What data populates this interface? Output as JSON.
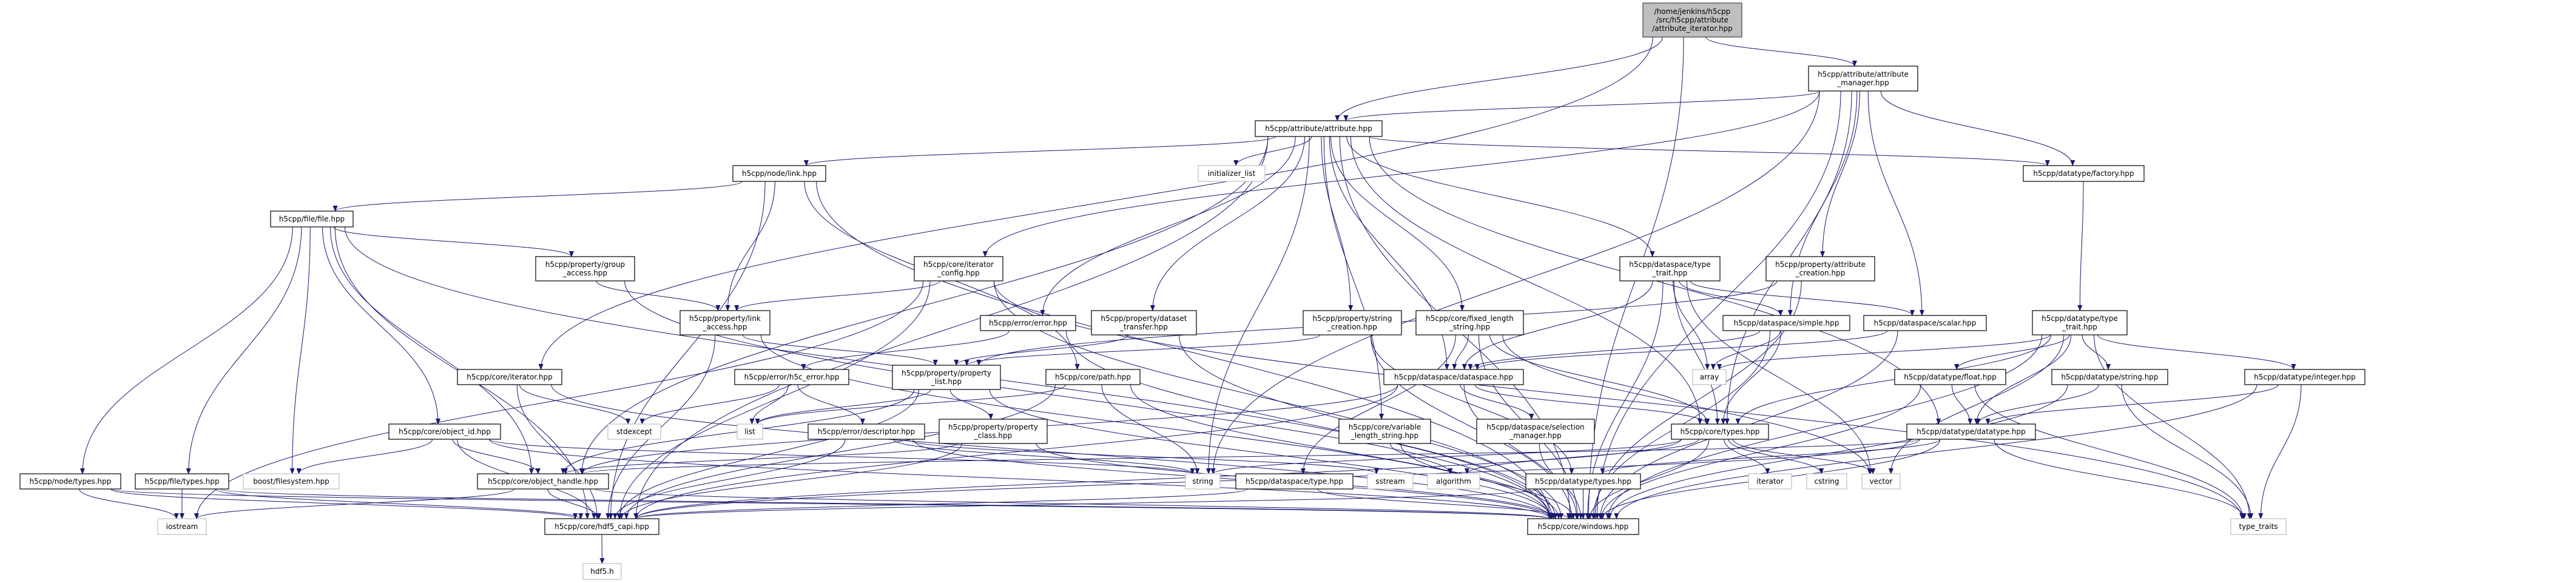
{
  "colors": {
    "edge": "#191970",
    "root_fill": "#bfbfbf",
    "node_fill": "#ffffff",
    "node_border": "#000000",
    "external_border": "#bfbfbf"
  },
  "graph": {
    "nodes": [
      {
        "id": "root",
        "lines": [
          "/home/jenkins/h5cpp",
          "/src/h5cpp/attribute",
          "/attribute_iterator.hpp"
        ],
        "root": true
      },
      {
        "id": "attr_mgr",
        "lines": [
          "h5cpp/attribute/attribute",
          "_manager.hpp"
        ]
      },
      {
        "id": "attribute",
        "lines": [
          "h5cpp/attribute/attribute.hpp"
        ]
      },
      {
        "id": "init_list",
        "lines": [
          "initializer_list"
        ],
        "external": true
      },
      {
        "id": "node_link",
        "lines": [
          "h5cpp/node/link.hpp"
        ]
      },
      {
        "id": "factory",
        "lines": [
          "h5cpp/datatype/factory.hpp"
        ]
      },
      {
        "id": "file",
        "lines": [
          "h5cpp/file/file.hpp"
        ]
      },
      {
        "id": "group_access",
        "lines": [
          "h5cpp/property/group",
          "_access.hpp"
        ]
      },
      {
        "id": "iter_config",
        "lines": [
          "h5cpp/core/iterator",
          "_config.hpp"
        ]
      },
      {
        "id": "ds_type_trait",
        "lines": [
          "h5cpp/dataspace/type",
          "_trait.hpp"
        ]
      },
      {
        "id": "attr_creation",
        "lines": [
          "h5cpp/property/attribute",
          "_creation.hpp"
        ]
      },
      {
        "id": "dt_type_trait",
        "lines": [
          "h5cpp/datatype/type",
          "_trait.hpp"
        ]
      },
      {
        "id": "link_access",
        "lines": [
          "h5cpp/property/link",
          "_access.hpp"
        ]
      },
      {
        "id": "error",
        "lines": [
          "h5cpp/error/error.hpp"
        ]
      },
      {
        "id": "dataset_transfer",
        "lines": [
          "h5cpp/property/dataset",
          "_transfer.hpp"
        ]
      },
      {
        "id": "string_creation",
        "lines": [
          "h5cpp/property/string",
          "_creation.hpp"
        ]
      },
      {
        "id": "fixed_len",
        "lines": [
          "h5cpp/core/fixed_length",
          "_string.hpp"
        ]
      },
      {
        "id": "simple",
        "lines": [
          "h5cpp/dataspace/simple.hpp"
        ]
      },
      {
        "id": "scalar",
        "lines": [
          "h5cpp/dataspace/scalar.hpp"
        ]
      },
      {
        "id": "core_iterator",
        "lines": [
          "h5cpp/core/iterator.hpp"
        ]
      },
      {
        "id": "h5c_error",
        "lines": [
          "h5cpp/error/h5c_error.hpp"
        ]
      },
      {
        "id": "property_list",
        "lines": [
          "h5cpp/property/property",
          "_list.hpp"
        ]
      },
      {
        "id": "core_path",
        "lines": [
          "h5cpp/core/path.hpp"
        ]
      },
      {
        "id": "dataspace",
        "lines": [
          "h5cpp/dataspace/dataspace.hpp"
        ]
      },
      {
        "id": "array",
        "lines": [
          "array"
        ],
        "external": true
      },
      {
        "id": "dt_float",
        "lines": [
          "h5cpp/datatype/float.hpp"
        ]
      },
      {
        "id": "dt_string",
        "lines": [
          "h5cpp/datatype/string.hpp"
        ]
      },
      {
        "id": "dt_integer",
        "lines": [
          "h5cpp/datatype/integer.hpp"
        ]
      },
      {
        "id": "object_id",
        "lines": [
          "h5cpp/core/object_id.hpp"
        ]
      },
      {
        "id": "stdexcept",
        "lines": [
          "stdexcept"
        ],
        "external": true
      },
      {
        "id": "list",
        "lines": [
          "list"
        ],
        "external": true
      },
      {
        "id": "descriptor",
        "lines": [
          "h5cpp/error/descriptor.hpp"
        ]
      },
      {
        "id": "property_class",
        "lines": [
          "h5cpp/property/property",
          "_class.hpp"
        ]
      },
      {
        "id": "var_len",
        "lines": [
          "h5cpp/core/variable",
          "_length_string.hpp"
        ]
      },
      {
        "id": "selection_mgr",
        "lines": [
          "h5cpp/dataspace/selection",
          "_manager.hpp"
        ]
      },
      {
        "id": "core_types",
        "lines": [
          "h5cpp/core/types.hpp"
        ]
      },
      {
        "id": "dt_datatype",
        "lines": [
          "h5cpp/datatype/datatype.hpp"
        ]
      },
      {
        "id": "node_types",
        "lines": [
          "h5cpp/node/types.hpp"
        ]
      },
      {
        "id": "file_types",
        "lines": [
          "h5cpp/file/types.hpp"
        ]
      },
      {
        "id": "boost_fs",
        "lines": [
          "boost/filesystem.hpp"
        ],
        "external": true
      },
      {
        "id": "object_handle",
        "lines": [
          "h5cpp/core/object_handle.hpp"
        ]
      },
      {
        "id": "string",
        "lines": [
          "string"
        ],
        "external": true
      },
      {
        "id": "ds_type",
        "lines": [
          "h5cpp/dataspace/type.hpp"
        ]
      },
      {
        "id": "sstream",
        "lines": [
          "sstream"
        ],
        "external": true
      },
      {
        "id": "algorithm",
        "lines": [
          "algorithm"
        ],
        "external": true
      },
      {
        "id": "dt_types",
        "lines": [
          "h5cpp/datatype/types.hpp"
        ]
      },
      {
        "id": "iterator",
        "lines": [
          "iterator"
        ],
        "external": true
      },
      {
        "id": "cstring",
        "lines": [
          "cstring"
        ],
        "external": true
      },
      {
        "id": "vector",
        "lines": [
          "vector"
        ],
        "external": true
      },
      {
        "id": "iostream",
        "lines": [
          "iostream"
        ],
        "external": true
      },
      {
        "id": "hdf5_capi",
        "lines": [
          "h5cpp/core/hdf5_capi.hpp"
        ]
      },
      {
        "id": "windows",
        "lines": [
          "h5cpp/core/windows.hpp"
        ]
      },
      {
        "id": "type_traits",
        "lines": [
          "type_traits"
        ],
        "external": true
      },
      {
        "id": "hdf5h",
        "lines": [
          "hdf5.h"
        ],
        "external": true
      }
    ],
    "edges": [
      [
        "root",
        "attr_mgr"
      ],
      [
        "root",
        "attribute"
      ],
      [
        "root",
        "core_iterator"
      ],
      [
        "root",
        "windows"
      ],
      [
        "attr_mgr",
        "attribute"
      ],
      [
        "attr_mgr",
        "iter_config"
      ],
      [
        "attr_mgr",
        "string"
      ],
      [
        "attr_mgr",
        "attr_creation"
      ],
      [
        "attr_mgr",
        "simple"
      ],
      [
        "attr_mgr",
        "scalar"
      ],
      [
        "attr_mgr",
        "core_types"
      ],
      [
        "attr_mgr",
        "factory"
      ],
      [
        "attr_mgr",
        "windows"
      ],
      [
        "attribute",
        "node_link"
      ],
      [
        "attribute",
        "init_list"
      ],
      [
        "attribute",
        "factory"
      ],
      [
        "attribute",
        "ds_type_trait"
      ],
      [
        "attribute",
        "error"
      ],
      [
        "attribute",
        "dataset_transfer"
      ],
      [
        "attribute",
        "string_creation"
      ],
      [
        "attribute",
        "fixed_len"
      ],
      [
        "attribute",
        "dataspace"
      ],
      [
        "attribute",
        "var_len"
      ],
      [
        "attribute",
        "core_types"
      ],
      [
        "attribute",
        "object_handle"
      ],
      [
        "attribute",
        "hdf5_capi"
      ],
      [
        "attribute",
        "windows"
      ],
      [
        "attribute",
        "string"
      ],
      [
        "attribute",
        "dt_datatype"
      ],
      [
        "node_link",
        "file"
      ],
      [
        "node_link",
        "link_access"
      ],
      [
        "node_link",
        "core_path"
      ],
      [
        "node_link",
        "hdf5_capi"
      ],
      [
        "node_link",
        "windows"
      ],
      [
        "file",
        "group_access"
      ],
      [
        "file",
        "node_types"
      ],
      [
        "file",
        "file_types"
      ],
      [
        "file",
        "boost_fs"
      ],
      [
        "file",
        "object_id"
      ],
      [
        "file",
        "object_handle"
      ],
      [
        "file",
        "hdf5_capi"
      ],
      [
        "file",
        "windows"
      ],
      [
        "group_access",
        "link_access"
      ],
      [
        "group_access",
        "windows"
      ],
      [
        "iter_config",
        "link_access"
      ],
      [
        "iter_config",
        "iostream"
      ],
      [
        "iter_config",
        "hdf5_capi"
      ],
      [
        "iter_config",
        "windows"
      ],
      [
        "iter_config",
        "type_traits"
      ],
      [
        "ds_type_trait",
        "dataspace"
      ],
      [
        "ds_type_trait",
        "simple"
      ],
      [
        "ds_type_trait",
        "scalar"
      ],
      [
        "ds_type_trait",
        "array"
      ],
      [
        "ds_type_trait",
        "core_types"
      ],
      [
        "ds_type_trait",
        "vector"
      ],
      [
        "ds_type_trait",
        "windows"
      ],
      [
        "attr_creation",
        "property_list"
      ],
      [
        "attr_creation",
        "windows"
      ],
      [
        "factory",
        "dt_type_trait"
      ],
      [
        "dt_type_trait",
        "dt_float"
      ],
      [
        "dt_type_trait",
        "dt_string"
      ],
      [
        "dt_type_trait",
        "dt_integer"
      ],
      [
        "dt_type_trait",
        "dt_datatype"
      ],
      [
        "dt_type_trait",
        "core_types"
      ],
      [
        "dt_type_trait",
        "array"
      ],
      [
        "dt_type_trait",
        "vector"
      ],
      [
        "dt_type_trait",
        "type_traits"
      ],
      [
        "dt_type_trait",
        "windows"
      ],
      [
        "link_access",
        "property_list"
      ],
      [
        "link_access",
        "windows"
      ],
      [
        "link_access",
        "hdf5_capi"
      ],
      [
        "error",
        "h5c_error"
      ],
      [
        "error",
        "windows"
      ],
      [
        "dataset_transfer",
        "property_list"
      ],
      [
        "dataset_transfer",
        "windows"
      ],
      [
        "string_creation",
        "property_list"
      ],
      [
        "string_creation",
        "dt_types"
      ],
      [
        "string_creation",
        "windows"
      ],
      [
        "fixed_len",
        "dataspace"
      ],
      [
        "fixed_len",
        "ds_type"
      ],
      [
        "fixed_len",
        "core_types"
      ],
      [
        "fixed_len",
        "vector"
      ],
      [
        "fixed_len",
        "windows"
      ],
      [
        "simple",
        "dataspace"
      ],
      [
        "simple",
        "core_types"
      ],
      [
        "simple",
        "array"
      ],
      [
        "simple",
        "windows"
      ],
      [
        "scalar",
        "dataspace"
      ],
      [
        "scalar",
        "windows"
      ],
      [
        "core_iterator",
        "stdexcept"
      ],
      [
        "core_iterator",
        "hdf5_capi"
      ],
      [
        "core_iterator",
        "windows"
      ],
      [
        "h5c_error",
        "stdexcept"
      ],
      [
        "h5c_error",
        "list"
      ],
      [
        "h5c_error",
        "descriptor"
      ],
      [
        "property_list",
        "object_handle"
      ],
      [
        "property_list",
        "property_class"
      ],
      [
        "property_list",
        "list"
      ],
      [
        "property_list",
        "hdf5_capi"
      ],
      [
        "property_list",
        "windows"
      ],
      [
        "core_path",
        "string"
      ],
      [
        "core_path",
        "list"
      ],
      [
        "core_path",
        "hdf5_capi"
      ],
      [
        "core_path",
        "windows"
      ],
      [
        "dataspace",
        "object_handle"
      ],
      [
        "dataspace",
        "selection_mgr"
      ],
      [
        "dataspace",
        "core_types"
      ],
      [
        "dataspace",
        "hdf5_capi"
      ],
      [
        "dataspace",
        "windows"
      ],
      [
        "dt_float",
        "dt_datatype"
      ],
      [
        "dt_float",
        "windows"
      ],
      [
        "dt_float",
        "type_traits"
      ],
      [
        "dt_string",
        "dt_datatype"
      ],
      [
        "dt_string",
        "windows"
      ],
      [
        "dt_string",
        "type_traits"
      ],
      [
        "dt_integer",
        "dt_datatype"
      ],
      [
        "dt_integer",
        "windows"
      ],
      [
        "dt_integer",
        "type_traits"
      ],
      [
        "object_id",
        "boost_fs"
      ],
      [
        "object_id",
        "object_handle"
      ],
      [
        "object_id",
        "hdf5_capi"
      ],
      [
        "object_id",
        "windows"
      ],
      [
        "object_id",
        "string"
      ],
      [
        "descriptor",
        "string"
      ],
      [
        "descriptor",
        "sstream"
      ],
      [
        "descriptor",
        "hdf5_capi"
      ],
      [
        "descriptor",
        "windows"
      ],
      [
        "property_class",
        "object_handle"
      ],
      [
        "property_class",
        "hdf5_capi"
      ],
      [
        "property_class",
        "windows"
      ],
      [
        "var_len",
        "algorithm"
      ],
      [
        "var_len",
        "windows"
      ],
      [
        "selection_mgr",
        "windows"
      ],
      [
        "core_types",
        "iterator"
      ],
      [
        "core_types",
        "cstring"
      ],
      [
        "core_types",
        "vector"
      ],
      [
        "core_types",
        "string"
      ],
      [
        "core_types",
        "algorithm"
      ],
      [
        "core_types",
        "windows"
      ],
      [
        "core_types",
        "hdf5_capi"
      ],
      [
        "dt_datatype",
        "object_handle"
      ],
      [
        "dt_datatype",
        "dt_types"
      ],
      [
        "dt_datatype",
        "windows"
      ],
      [
        "dt_datatype",
        "type_traits"
      ],
      [
        "dt_datatype",
        "hdf5_capi"
      ],
      [
        "node_types",
        "iostream"
      ],
      [
        "node_types",
        "hdf5_capi"
      ],
      [
        "node_types",
        "windows"
      ],
      [
        "file_types",
        "iostream"
      ],
      [
        "file_types",
        "hdf5_capi"
      ],
      [
        "file_types",
        "windows"
      ],
      [
        "object_handle",
        "hdf5_capi"
      ],
      [
        "object_handle",
        "iostream"
      ],
      [
        "object_handle",
        "windows"
      ],
      [
        "ds_type",
        "hdf5_capi"
      ],
      [
        "ds_type",
        "windows"
      ],
      [
        "dt_types",
        "windows"
      ],
      [
        "dt_types",
        "hdf5_capi"
      ],
      [
        "hdf5_capi",
        "hdf5h"
      ]
    ]
  }
}
